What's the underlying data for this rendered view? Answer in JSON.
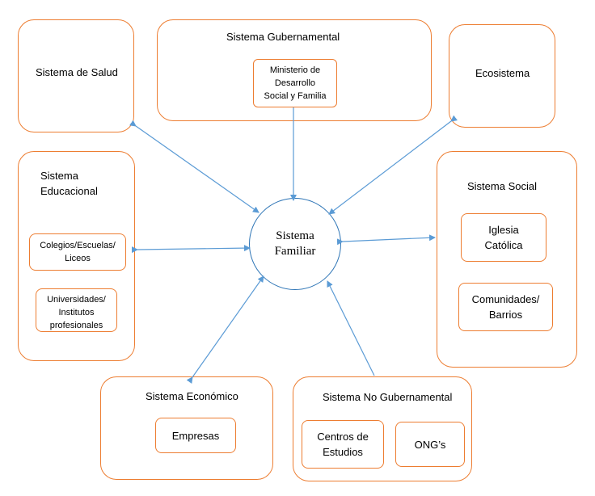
{
  "center": {
    "label": "Sistema\nFamiliar"
  },
  "salud": {
    "title": "Sistema de Salud"
  },
  "gubernamental": {
    "title": "Sistema Gubernamental",
    "items": [
      "Ministerio de\nDesarrollo\nSocial y Familia"
    ]
  },
  "ecosistema": {
    "title": "Ecosistema"
  },
  "educacional": {
    "title": "Sistema\nEducacional",
    "items": [
      "Colegios/Escuelas/\nLiceos",
      "Universidades/\nInstitutos\nprofesionales"
    ]
  },
  "social": {
    "title": "Sistema Social",
    "items": [
      "Iglesia\nCatólica",
      "Comunidades/\nBarrios"
    ]
  },
  "economico": {
    "title": "Sistema Económico",
    "items": [
      "Empresas"
    ]
  },
  "no_gubernamental": {
    "title": "Sistema No Gubernamental",
    "items": [
      "Centros de\nEstudios",
      "ONG’s"
    ]
  },
  "colors": {
    "box_border": "#ED7D31",
    "arrow": "#5B9BD5",
    "circle_border": "#2E75B6"
  }
}
